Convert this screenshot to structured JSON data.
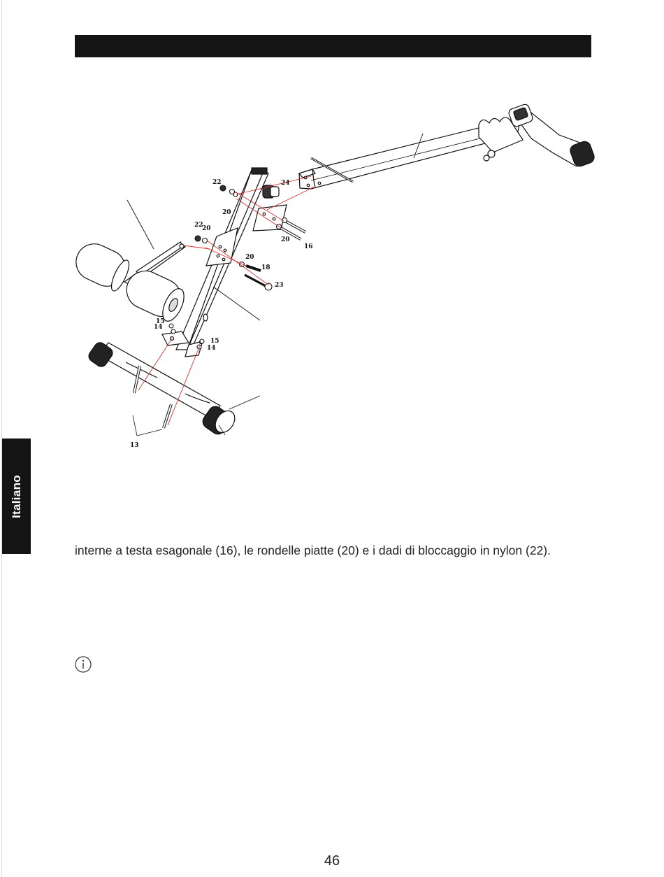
{
  "sidebar": {
    "language_tab": "Italiano"
  },
  "diagram": {
    "part_labels": {
      "p13": "13",
      "p14a": "14",
      "p14b": "14",
      "p15a": "15",
      "p15b": "15",
      "p16": "16",
      "p18": "18",
      "p20a": "20",
      "p20b": "20",
      "p20c": "20",
      "p20d": "20",
      "p22a": "22",
      "p22b": "22",
      "p23": "23",
      "p24": "24"
    }
  },
  "body": {
    "paragraph": "interne a testa esagonale (16), le rondelle piatte (20) e i dadi di bloccaggio in nylon (22)."
  },
  "footer": {
    "page_number": "46"
  }
}
